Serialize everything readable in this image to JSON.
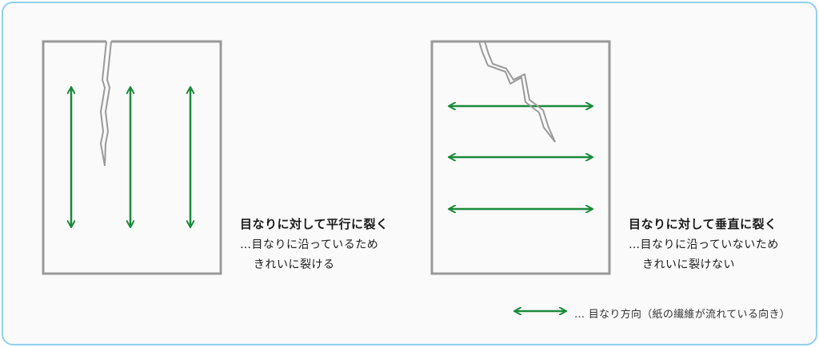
{
  "left": {
    "title": "目なりに対して平行に裂く",
    "line1": "…目なりに沿っているため",
    "line2": "きれいに裂ける"
  },
  "right": {
    "title": "目なりに対して垂直に裂く",
    "line1": "…目なりに沿っていないため",
    "line2": "きれいに裂けない"
  },
  "legend": {
    "text": "… 目なり方向（紙の繊維が流れている向き）"
  },
  "colors": {
    "arrow": "#1a8a3a",
    "paper_border": "#999999",
    "crack": "#9a9a9a",
    "frame_border": "#8fd0ee"
  }
}
